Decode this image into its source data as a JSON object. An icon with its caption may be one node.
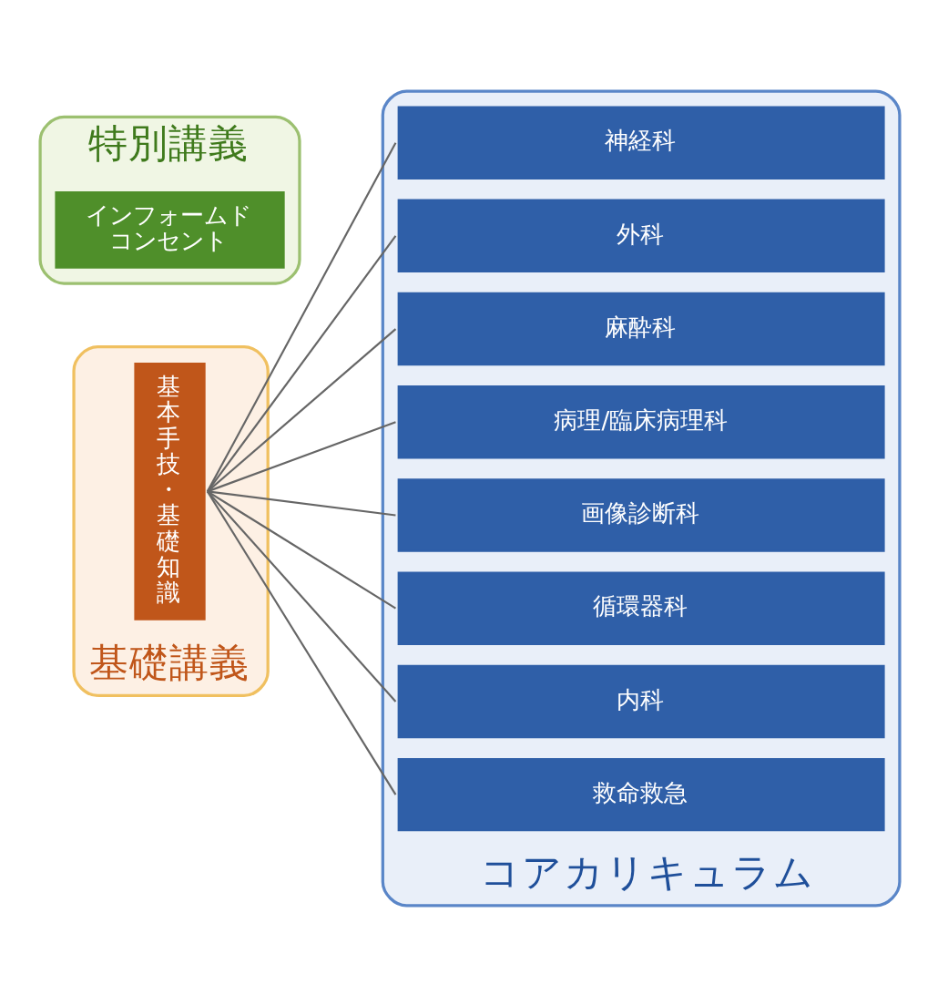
{
  "diagram": {
    "nodes": [
      {
        "text": [
          "基礎講義"
        ]
      },
      {
        "text": [
          "基本手技・基礎知識"
        ],
        "in": 0
      },
      {
        "text": [
          "コアカリキュラム"
        ]
      },
      {
        "text": [
          "神経科"
        ],
        "in": 2
      },
      {
        "text": [
          "外科"
        ],
        "in": 2
      },
      {
        "text": [
          "麻酔科"
        ],
        "in": 2
      },
      {
        "text": [
          "病理/臨床病理科"
        ],
        "in": 2
      },
      {
        "text": [
          "画像診断科"
        ],
        "in": 2
      },
      {
        "text": [
          "循環器科"
        ],
        "in": 2
      },
      {
        "text": [
          "内科"
        ],
        "in": 2
      },
      {
        "text": [
          "救命救急"
        ],
        "in": 2
      },
      {
        "text": [
          "特別講義"
        ]
      },
      {
        "text": [
          "インフォームドコンセント"
        ],
        "in": 11
      }
    ],
    "edges": [
      {
        "from": 1,
        "to": 3,
        "arrow": "none"
      },
      {
        "from": 1,
        "to": 4,
        "arrow": "none"
      },
      {
        "from": 1,
        "to": 5,
        "arrow": "none"
      },
      {
        "from": 1,
        "to": 6,
        "arrow": "none"
      },
      {
        "from": 1,
        "to": 7,
        "arrow": "none"
      },
      {
        "from": 1,
        "to": 8,
        "arrow": "none"
      },
      {
        "from": 1,
        "to": 9,
        "arrow": "none"
      },
      {
        "from": 1,
        "to": 10,
        "arrow": "none"
      }
    ]
  }
}
